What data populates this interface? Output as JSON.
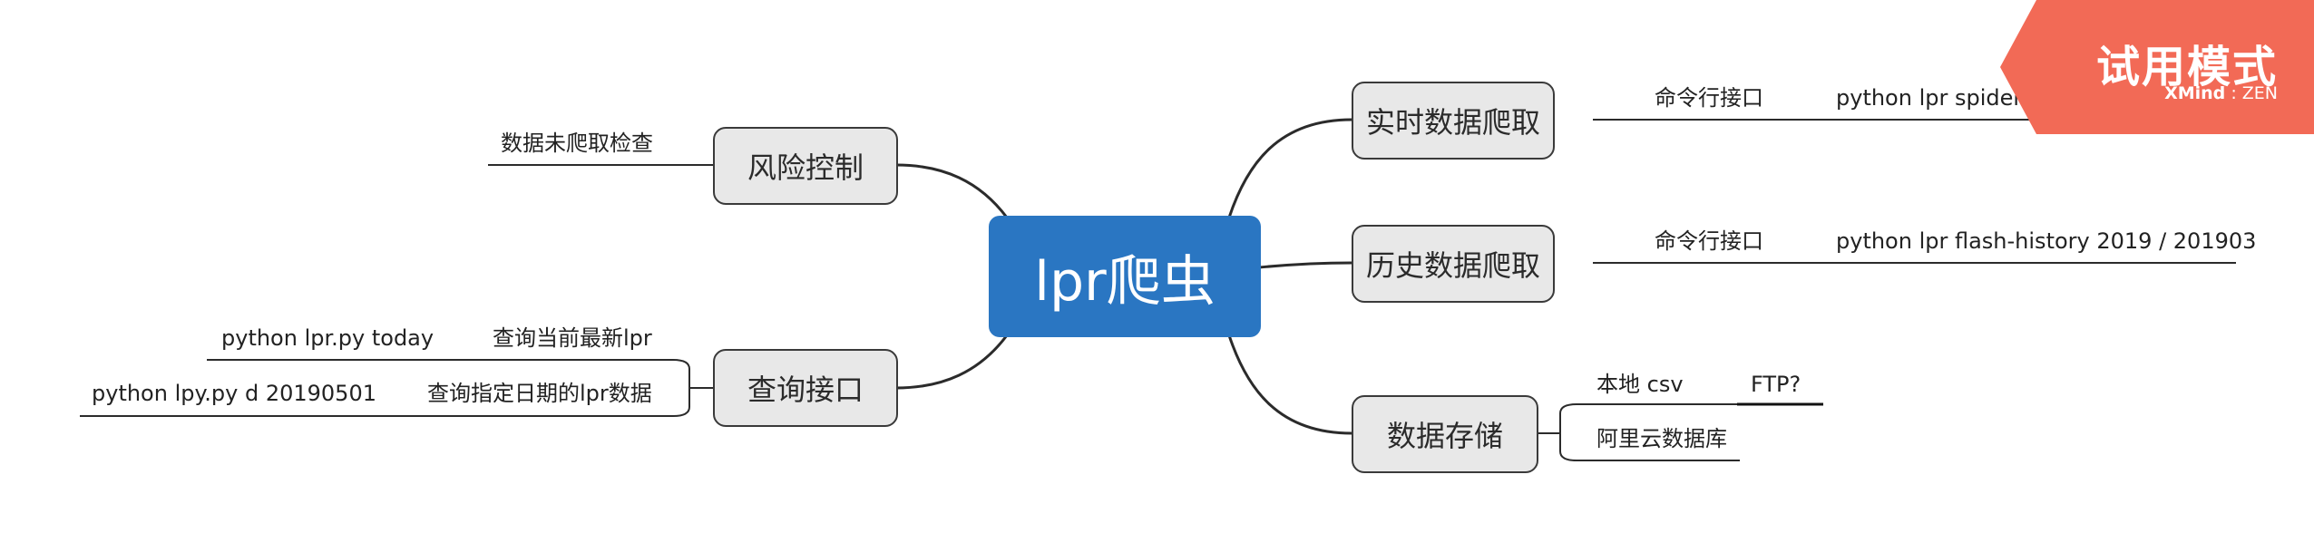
{
  "watermark": {
    "title": "试用模式",
    "brand_bold": "XMind",
    "brand_rest": " : ZEN",
    "color": "#f26a56"
  },
  "mindmap": {
    "central": "lpr爬虫",
    "central_color": "#2a76c2",
    "topics": {
      "risk": {
        "label": "风险控制",
        "children": [
          "数据未爬取检查"
        ]
      },
      "query": {
        "label": "查询接口",
        "children": [
          {
            "label": "查询当前最新lpr",
            "detail": "python lpr.py today"
          },
          {
            "label": "查询指定日期的lpr数据",
            "detail": "python lpy.py d 20190501"
          }
        ]
      },
      "realtime": {
        "label": "实时数据爬取",
        "children": [
          {
            "label": "命令行接口",
            "detail": "python lpr spider-start"
          }
        ]
      },
      "history": {
        "label": "历史数据爬取",
        "children": [
          {
            "label": "命令行接口",
            "detail": "python lpr flash-history 2019 / 201903"
          }
        ]
      },
      "storage": {
        "label": "数据存储",
        "children": [
          {
            "label": "本地 csv",
            "detail": "FTP?"
          },
          {
            "label": "阿里云数据库"
          }
        ]
      }
    }
  }
}
